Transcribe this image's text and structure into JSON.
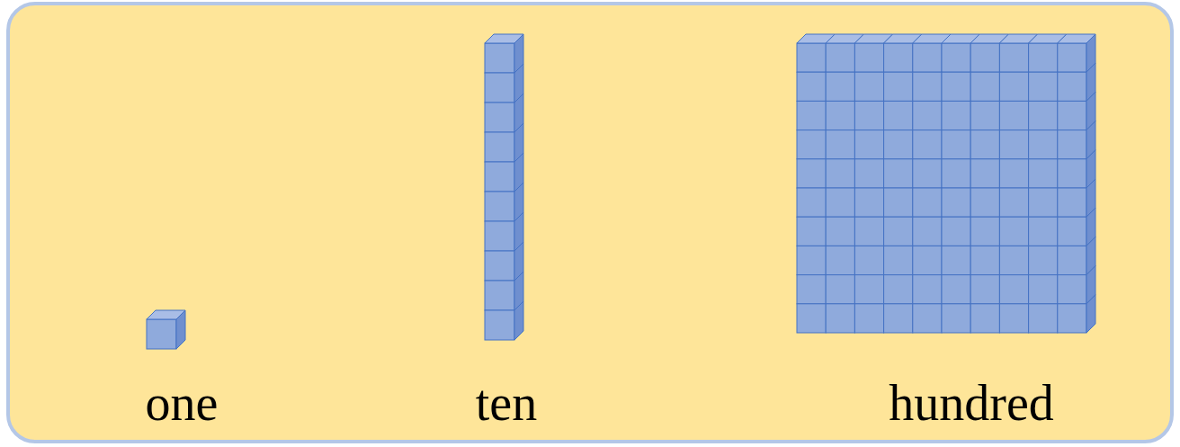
{
  "diagram": {
    "labels": [
      "one",
      "ten",
      "hundred"
    ]
  }
}
